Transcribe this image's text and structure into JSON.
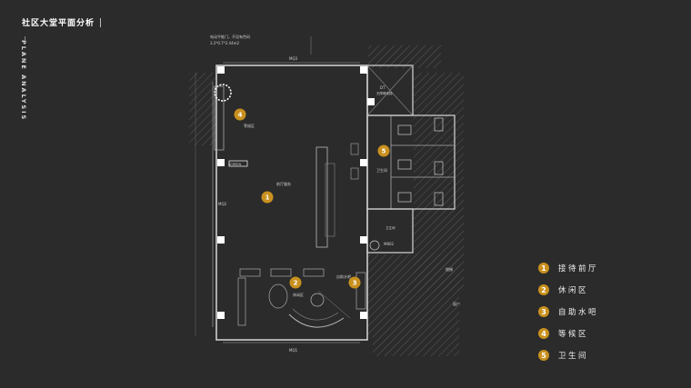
{
  "header": {
    "title": "社区大堂平面分析",
    "vertical_title": "PLANE ANALYSIS"
  },
  "plan": {
    "note_line1": "电动平推门，不设有色码",
    "note_line2": "3.2*0.7*2.44m2",
    "door_top": "MQ3",
    "door_bottom": "MQ1",
    "door_left": "MQ2",
    "door_right": "M802",
    "label_elevator": "DT",
    "label_elevator_sub": "无障碍电梯",
    "label_wait": "等候区",
    "label_lobby": "前厅服务",
    "label_screen": "SCREEN",
    "label_rest": "休闲区",
    "label_bar": "自助水吧",
    "label_toilet": "卫生间",
    "label_toilet2": "卫生间",
    "label_right": "楼梯",
    "label_window": "窗户"
  },
  "markers": [
    {
      "num": "1"
    },
    {
      "num": "2"
    },
    {
      "num": "3"
    },
    {
      "num": "4"
    },
    {
      "num": "5"
    }
  ],
  "legend": [
    {
      "num": "1",
      "label": "接待前厅"
    },
    {
      "num": "2",
      "label": "休闲区"
    },
    {
      "num": "3",
      "label": "自助水吧"
    },
    {
      "num": "4",
      "label": "等候区"
    },
    {
      "num": "5",
      "label": "卫生间"
    }
  ],
  "colors": {
    "background": "#2b2b2b",
    "accent": "#c8901e",
    "line": "#d8d8d8"
  }
}
